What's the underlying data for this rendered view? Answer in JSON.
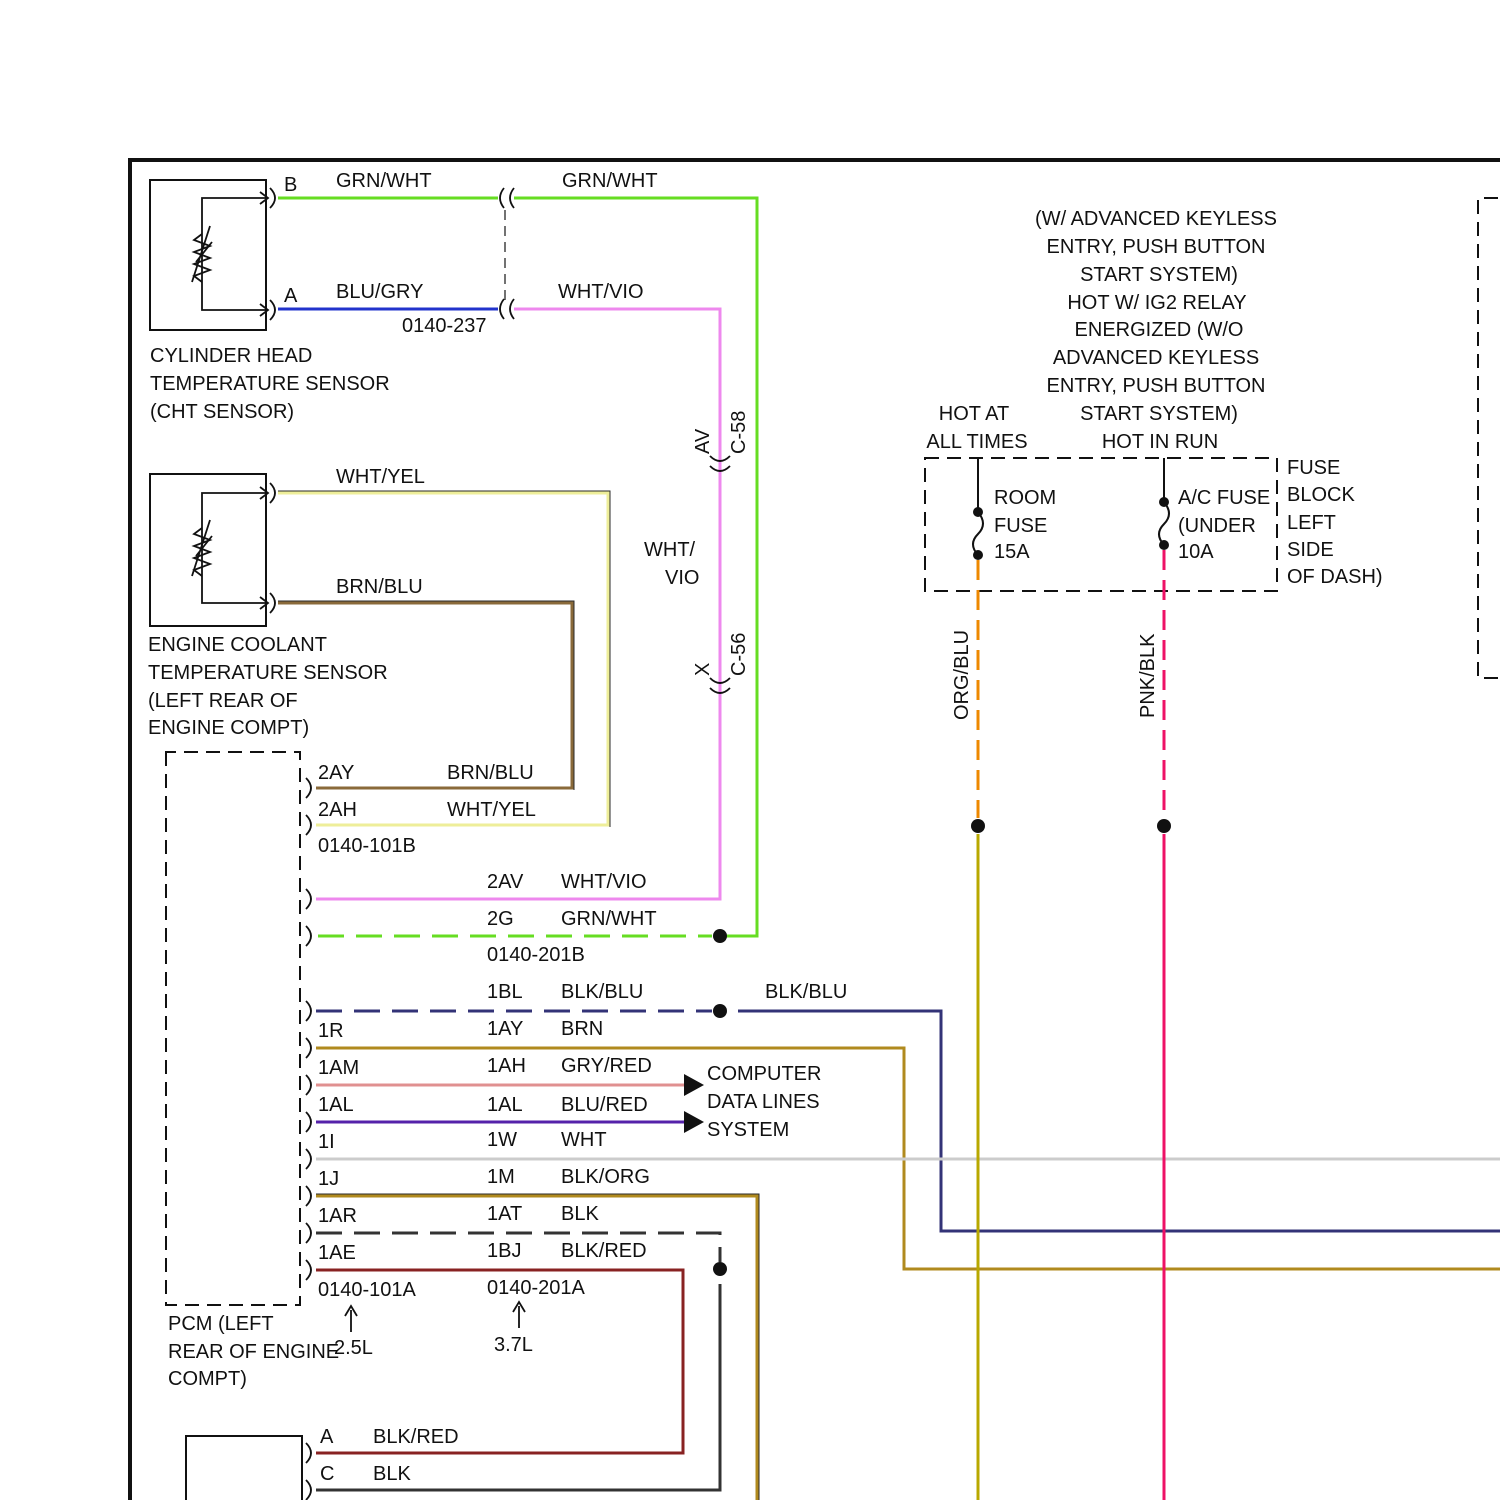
{
  "wire_colors": {
    "grn_wht": "#66dd22",
    "blu_gry": "#2233cc",
    "wht_vio": "#ee88ee",
    "wht_yel": "#eeee99",
    "brn_blu": "#8a6a3a",
    "blk_blu": "#333377",
    "brn": "#b08a1e",
    "gry_red": "#e09090",
    "blu_red": "#5522aa",
    "wht": "#cccccc",
    "blk_org": "#b08a1e",
    "blk": "#333333",
    "blk_red": "#882222",
    "org_blu": "#ee8800",
    "pnk_blk": "#ee1166",
    "olive": "#b8a800"
  },
  "cht_sensor": {
    "pin_b": "B",
    "pin_a": "A",
    "name": [
      "CYLINDER HEAD",
      "TEMPERATURE SENSOR",
      "(CHT SENSOR)"
    ]
  },
  "cht_wires": {
    "left_top": "GRN/WHT",
    "right_top": "GRN/WHT",
    "left_bottom": "BLU/GRY",
    "right_bottom": "WHT/VIO",
    "connector": "0140-237"
  },
  "c58": {
    "pin": "AV",
    "name": "C-58"
  },
  "c56": {
    "pin": "X",
    "name": "C-56"
  },
  "vertical_wht_vio": [
    "WHT/",
    "VIO"
  ],
  "ect_sensor": {
    "wire_top": "WHT/YEL",
    "wire_bottom": "BRN/BLU",
    "name": [
      "ENGINE COOLANT",
      "TEMPERATURE SENSOR",
      "(LEFT REAR OF",
      "ENGINE COMPT)"
    ]
  },
  "pcm_upper": {
    "pins": [
      "2AY",
      "2AH"
    ],
    "wires": [
      "BRN/BLU",
      "WHT/YEL"
    ],
    "connector": "0140-101B"
  },
  "pcm_mid": {
    "pins": [
      "2AV",
      "2G"
    ],
    "wires": [
      "WHT/VIO",
      "GRN/WHT"
    ],
    "connector": "0140-201B"
  },
  "pcm_lower": {
    "left_pins": [
      "1R",
      "1AM",
      "1AL",
      "1I",
      "1J",
      "1AR",
      "1AE"
    ],
    "right_pins": [
      "1BL",
      "1AY",
      "1AH",
      "1AL",
      "1W",
      "1M",
      "1AT",
      "1BJ"
    ],
    "wires": [
      "BLK/BLU",
      "BRN",
      "GRY/RED",
      "BLU/RED",
      "WHT",
      "BLK/ORG",
      "BLK",
      "BLK/RED"
    ],
    "ext_blk_blu": "BLK/BLU",
    "connector_a": "0140-101A",
    "connector_b": "0140-201A",
    "engine_a": "2.5L",
    "engine_b": "3.7L"
  },
  "computer_data_lines": [
    "COMPUTER",
    "DATA LINES",
    "SYSTEM"
  ],
  "pcm_name": [
    "PCM (LEFT",
    "REAR OF ENGINE",
    "COMPT)"
  ],
  "bottom_component": {
    "pins": [
      "A",
      "C"
    ],
    "wires": [
      "BLK/RED",
      "BLK"
    ]
  },
  "power_note": [
    "(W/ ADVANCED KEYLESS",
    "ENTRY, PUSH BUTTON",
    "START SYSTEM)",
    "HOT W/ IG2 RELAY",
    "ENERGIZED (W/O",
    "ADVANCED KEYLESS",
    "ENTRY, PUSH BUTTON",
    "START SYSTEM)",
    "HOT IN RUN"
  ],
  "hot_at_all_times": [
    "HOT AT",
    "ALL TIMES"
  ],
  "room_fuse": [
    "ROOM",
    "FUSE",
    "15A"
  ],
  "ac_fuse": [
    "A/C FUSE",
    "(UNDER",
    "10A"
  ],
  "fuse_block": [
    "FUSE",
    "BLOCK",
    "LEFT",
    "SIDE",
    "OF DASH)"
  ],
  "org_blu_label": "ORG/BLU",
  "pnk_blk_label": "PNK/BLK"
}
